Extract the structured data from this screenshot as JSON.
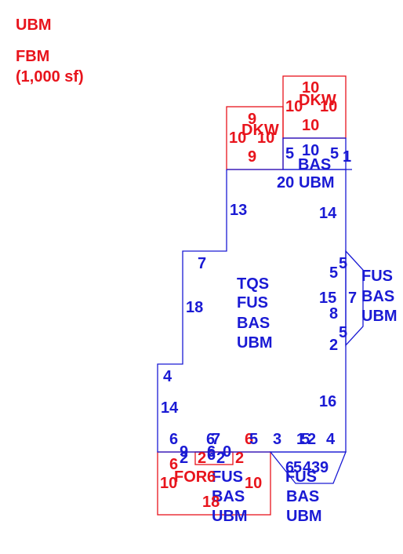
{
  "colors": {
    "red": "#e8141c",
    "blue": "#1a1ad4",
    "background": "#ffffff"
  },
  "legend": {
    "line1": "UBM",
    "line2": "FBM",
    "line3": "(1,000 sf)"
  },
  "areas": {
    "main": {
      "l1": "TQS",
      "l2": "FUS",
      "l3": "BAS",
      "l4": "UBM"
    },
    "right_bay": {
      "l1": "FUS",
      "l2": "BAS",
      "l3": "UBM"
    },
    "bottom_left": {
      "l1": "FUS",
      "l2": "BAS",
      "l3": "UBM",
      "code": "FOR"
    },
    "bottom_right": {
      "l1": "FUS",
      "l2": "BAS",
      "l3": "UBM"
    },
    "top_box": {
      "l1": "BAS",
      "l2": "UBM"
    },
    "deck_left": {
      "code": "DKW"
    },
    "deck_right": {
      "code": "DKW"
    }
  },
  "dimensions": {
    "main_13": "13",
    "main_14": "14",
    "main_7": "7",
    "main_18": "18",
    "main_4": "4",
    "main_14b": "14",
    "main_16": "16",
    "main_20": "20",
    "right_5a": "5",
    "right_15": "15",
    "right_8": "8",
    "right_5b": "5",
    "right_2": "2",
    "right_5c": "5",
    "right_7": "7",
    "box_5a": "5",
    "box_10": "10",
    "box_5b": "5",
    "box_1": "1",
    "bot_6": "6",
    "bot_6b": "6",
    "bot_7": "7",
    "bot_5": "5",
    "bot_3": "3",
    "bot_1": "1",
    "bot_5b": "5",
    "bot_2": "2",
    "bot_4": "4",
    "bot_9": "9",
    "bot_2b": "2",
    "bot_6c": "6",
    "bot_0": "0",
    "bot_2c": "2",
    "bot_6d": "6",
    "bot_5c": "5",
    "bot_4b": "4",
    "bot_3b": "3",
    "bot_9b": "9"
  },
  "red_dimensions": {
    "dkw_r_10_top": "10",
    "dkw_r_10_l": "10",
    "dkw_r_10_r": "10",
    "dkw_r_10_bot": "10",
    "dkw_l_9_top": "9",
    "dkw_l_10_l": "10",
    "dkw_l_10_r": "10",
    "dkw_l_9_bot": "9",
    "for_6_top": "6",
    "for_2a": "2",
    "for_2b": "2",
    "for_6_left": "6",
    "for_10_left": "10",
    "for_6_mid": "6",
    "for_10_right": "10",
    "for_18": "18"
  }
}
